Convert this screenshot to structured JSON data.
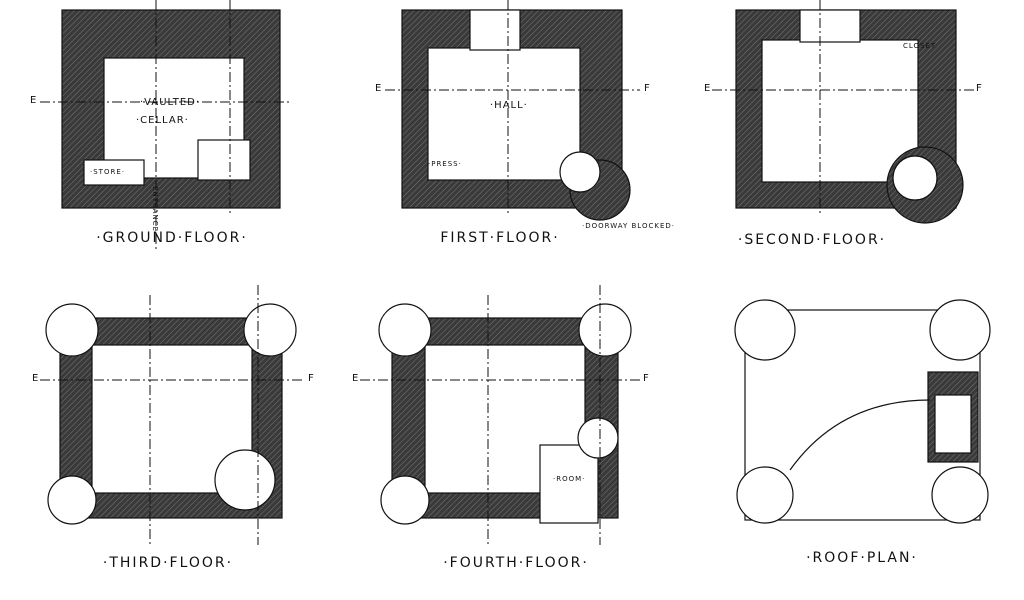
{
  "plans": {
    "ground": {
      "title": "·Ground·Floor·",
      "labels": {
        "vaulted": "·Vaulted·",
        "cellar": "·Cellar·",
        "store": "·Store·",
        "entrance": "Entrance"
      }
    },
    "first": {
      "title": "First·Floor·",
      "labels": {
        "hall": "·Hall·",
        "press": "·Press·",
        "doorway": "·Doorway Blocked·"
      }
    },
    "second": {
      "title": "·Second·Floor·",
      "labels": {
        "closet": "Closet"
      }
    },
    "third": {
      "title": "·Third·Floor·"
    },
    "fourth": {
      "title": "·Fourth·Floor·",
      "labels": {
        "room": "·Room·"
      }
    },
    "roof": {
      "title": "·Roof·Plan·"
    }
  },
  "section_marks": {
    "e": "E",
    "f": "F"
  }
}
